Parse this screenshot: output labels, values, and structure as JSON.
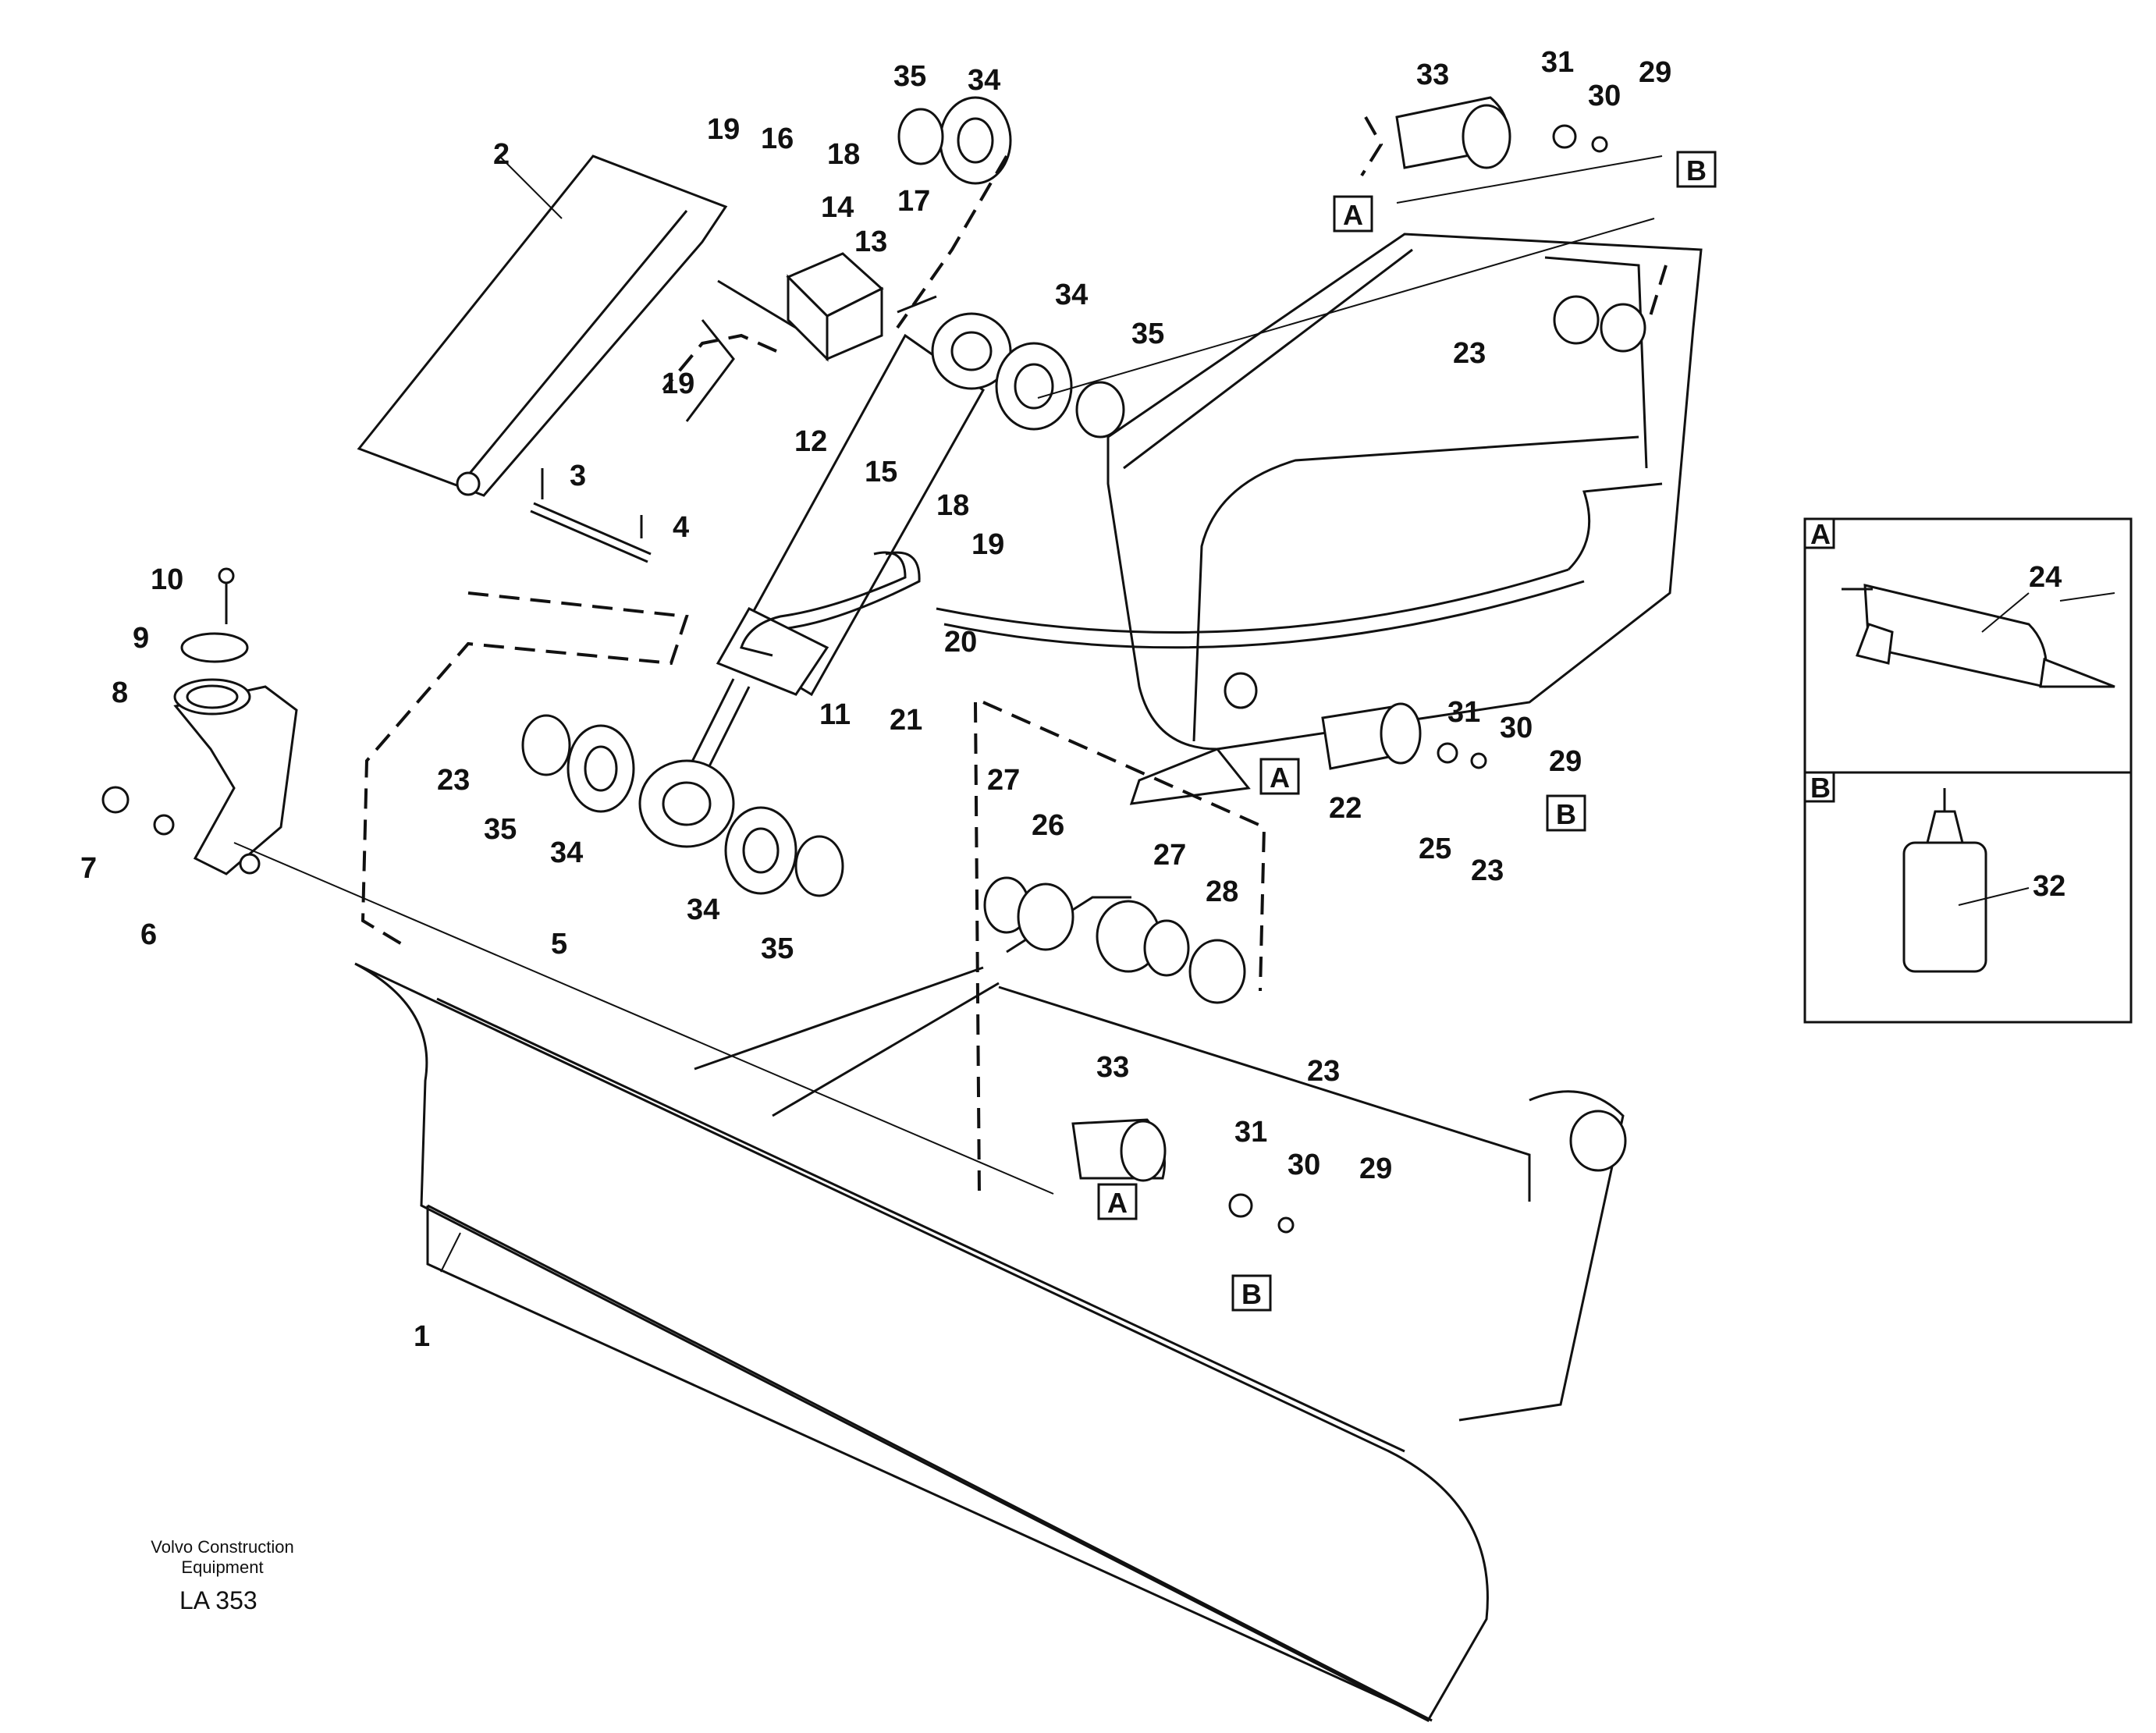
{
  "footer": {
    "company_line1": "Volvo Construction",
    "company_line2": "Equipment",
    "code": "LA 353"
  },
  "detail_boxes": [
    {
      "letter": "A",
      "part": "24",
      "icon": "grease-gun-icon"
    },
    {
      "letter": "B",
      "part": "32",
      "icon": "oil-bottle-icon"
    }
  ],
  "callouts": [
    "1",
    "2",
    "3",
    "4",
    "5",
    "6",
    "7",
    "8",
    "9",
    "10",
    "11",
    "12",
    "13",
    "14",
    "15",
    "16",
    "17",
    "18",
    "18",
    "19",
    "19",
    "19",
    "20",
    "21",
    "22",
    "23",
    "23",
    "23",
    "23",
    "25",
    "26",
    "27",
    "27",
    "28",
    "29",
    "29",
    "29",
    "30",
    "30",
    "30",
    "31",
    "31",
    "31",
    "33",
    "33",
    "34",
    "34",
    "34",
    "34",
    "35",
    "35",
    "35",
    "35"
  ],
  "markers": [
    "A",
    "A",
    "A",
    "B",
    "B",
    "B"
  ]
}
